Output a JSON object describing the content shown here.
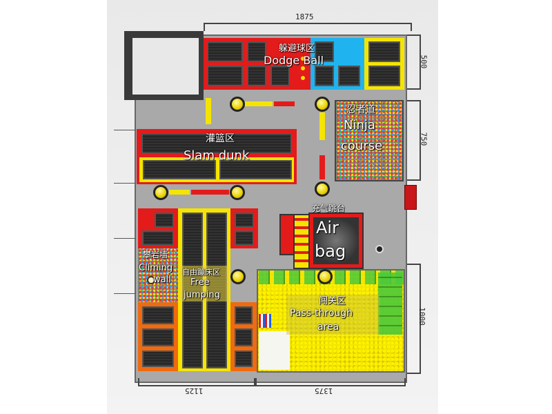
{
  "dimensions": {
    "top": "1875",
    "right_top": "500",
    "right_mid": "750",
    "right_bottom": "1000",
    "bottom_left": "1125",
    "bottom_right": "1375"
  },
  "zones": {
    "dodge_ball": {
      "cn": "躲避球区",
      "en": "Dodge Ball"
    },
    "slam_dunk": {
      "cn": "灌篮区",
      "en": "Slam dunk"
    },
    "ninja": {
      "cn": "忍者道",
      "en_line1": "Ninja",
      "en_line2": "course"
    },
    "air_bag": {
      "cn": "充气跳台",
      "en_line1": "Air",
      "en_line2": "bag"
    },
    "climbing": {
      "cn": "攀岩墙",
      "en_line1": "Climing",
      "en_line2": "wall"
    },
    "free_jump": {
      "cn": "自由蹦床区",
      "en_line1": "Free",
      "en_line2": "jumping"
    },
    "pass_through": {
      "cn": "闯关区",
      "en_line1": "Pass-through",
      "en_line2": "area"
    }
  },
  "colors": {
    "floor": "#a9a9a9",
    "red": "#e31b1b",
    "yellow": "#f5e400",
    "blue": "#1fb4ef",
    "orange": "#f06a10",
    "green": "#4cc93a"
  }
}
